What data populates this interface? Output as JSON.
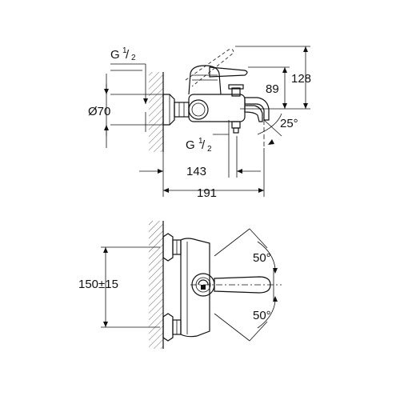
{
  "drawing": {
    "colors": {
      "line": "#111111",
      "background": "#ffffff"
    },
    "top_view": {
      "g_left": {
        "base": "G",
        "fraction": "1/2"
      },
      "g_bottom": {
        "base": "G",
        "fraction": "1/2"
      },
      "diameter": "Ø70",
      "height_89": "89",
      "height_128": "128",
      "angle_25": "25°",
      "width_143": "143",
      "width_191": "191"
    },
    "bottom_view": {
      "spacing": "150±15",
      "angle_top": "50°",
      "angle_bottom": "50°"
    }
  }
}
